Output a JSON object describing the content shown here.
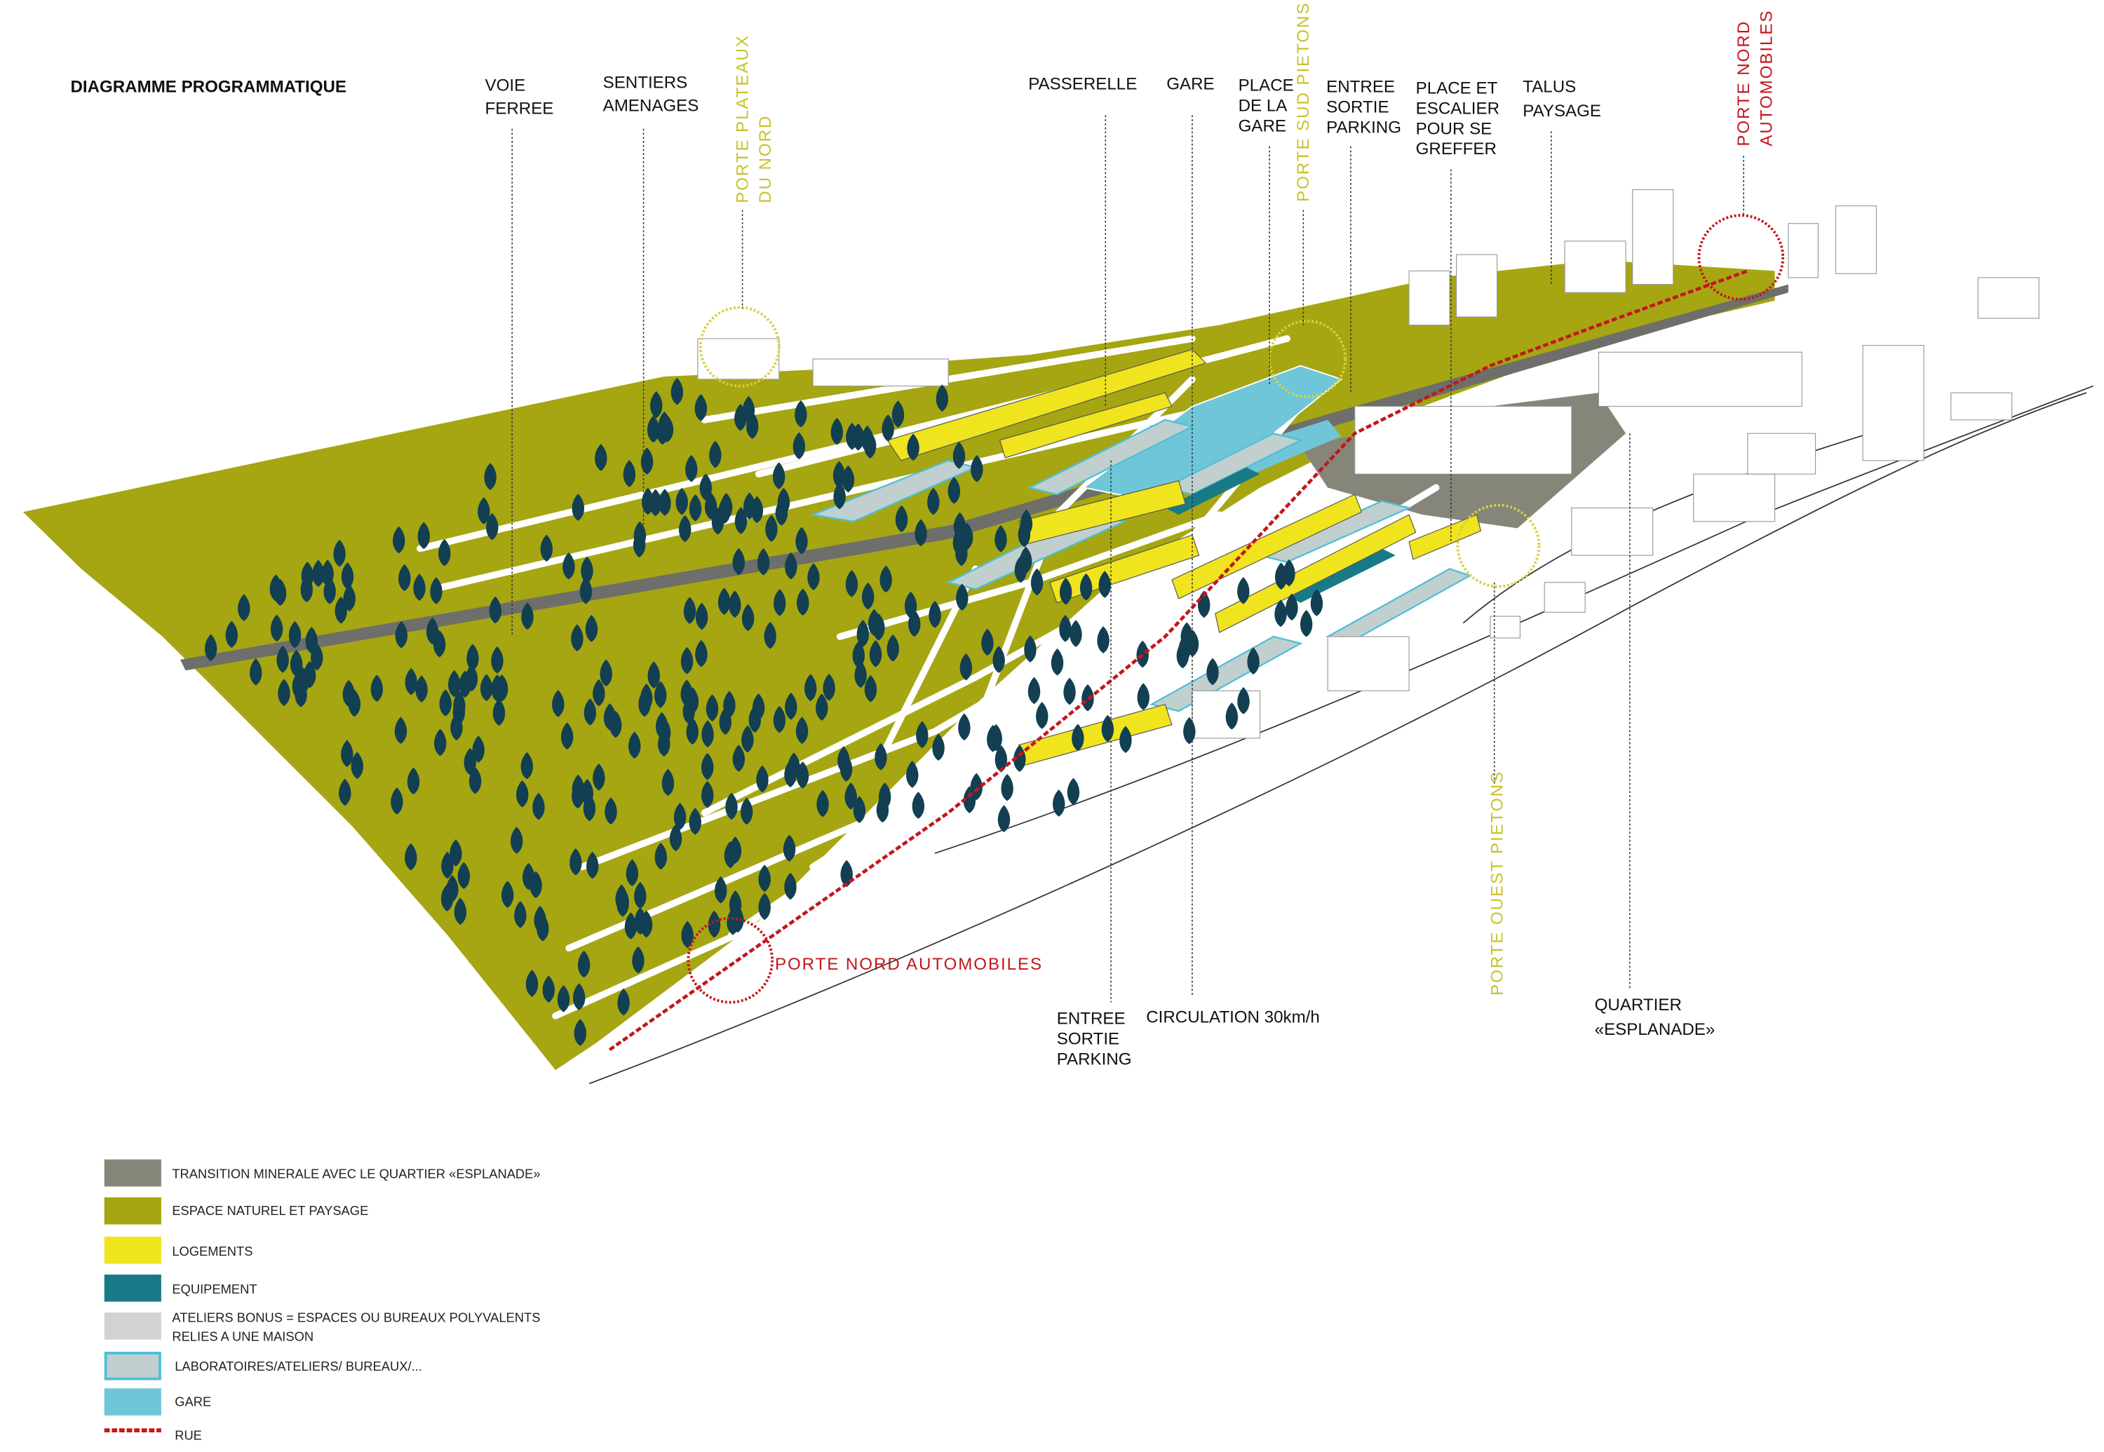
{
  "title": "DIAGRAMME PROGRAMMATIQUE",
  "labels": {
    "voie_ferree": [
      "VOIE",
      "FERREE"
    ],
    "sentiers": [
      "SENTIERS",
      "AMENAGES"
    ],
    "porte_plateaux": [
      "PORTE PLATEAUX",
      "DU NORD"
    ],
    "passerelle": "PASSERELLE",
    "gare": "GARE",
    "place_gare": [
      "PLACE",
      "DE LA",
      "GARE"
    ],
    "porte_sud": "PORTE SUD PIETONS",
    "entree_top": [
      "ENTREE",
      "SORTIE",
      "PARKING"
    ],
    "place_escalier": [
      "PLACE ET",
      "ESCALIER",
      "POUR SE",
      "GREFFER"
    ],
    "talus": [
      "TALUS",
      "PAYSAGE"
    ],
    "porte_nord_top": [
      "PORTE  NORD",
      "AUTOMOBILES"
    ],
    "porte_nord_bottom": "PORTE NORD  AUTOMOBILES",
    "entree_bottom": [
      "ENTREE",
      "SORTIE",
      "PARKING"
    ],
    "circulation": "CIRCULATION 30km/h",
    "porte_ouest": "PORTE  OUEST  PIETONS",
    "quartier": [
      "QUARTIER",
      "«ESPLANADE»"
    ]
  },
  "legend": [
    {
      "label": "TRANSITION MINERALE AVEC LE QUARTIER «ESPLANADE»",
      "color": "#85857a"
    },
    {
      "label": "ESPACE NATUREL ET PAYSAGE",
      "color": "#a5a612"
    },
    {
      "label": "LOGEMENTS",
      "color": "#f0e41e"
    },
    {
      "label": "EQUIPEMENT",
      "color": "#187a86"
    },
    {
      "label": "ATELIERS BONUS = ESPACES OU BUREAUX POLYVALENTS",
      "label2": "RELIES A UNE MAISON",
      "color": "#d2d2d2"
    },
    {
      "label": "LABORATOIRES/ATELIERS/ BUREAUX/...",
      "color": "#c2cfcf",
      "border": "#4ec0d6"
    },
    {
      "label": "GARE",
      "color": "#6ec6d8"
    },
    {
      "label": "RUE",
      "color": "#c4161c"
    }
  ],
  "colors": {
    "tree": "#123f52",
    "green": "#a5a612",
    "road": "#6e6e6a",
    "yellow_gate": "#d8d040",
    "red_gate": "#c4161c"
  }
}
